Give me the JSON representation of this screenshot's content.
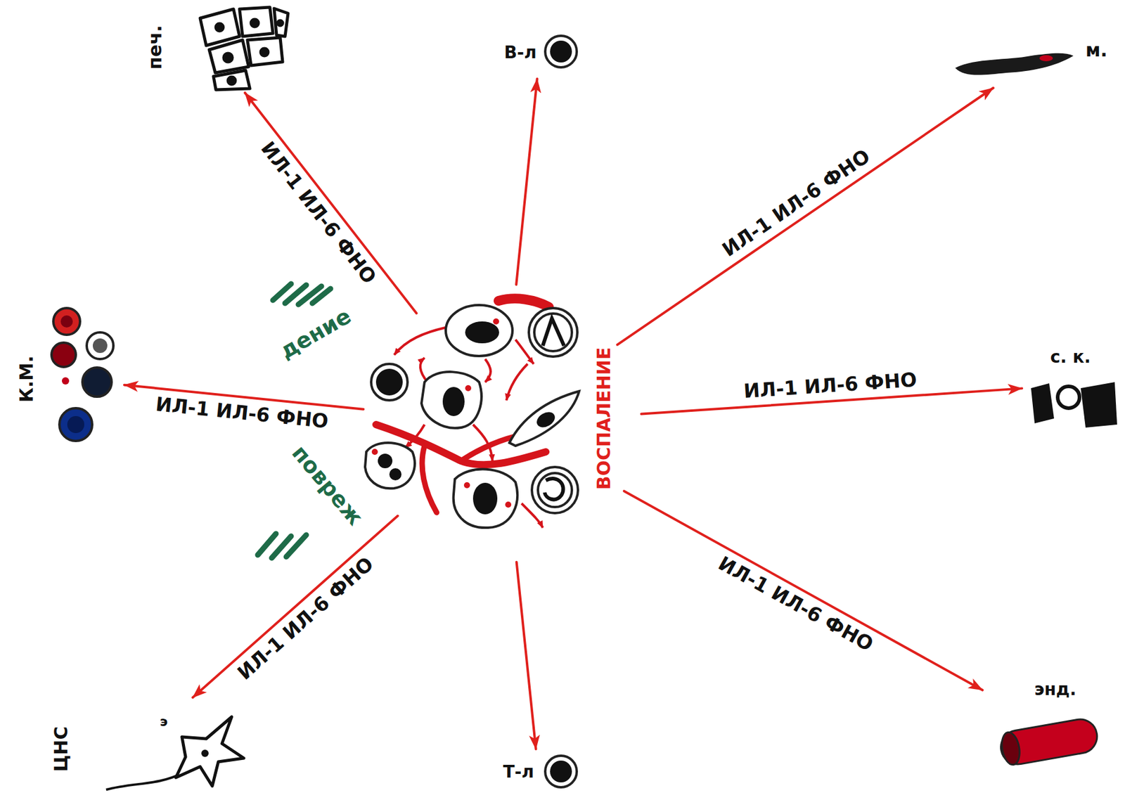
{
  "diagram": {
    "nodes": [
      {
        "text": [
          "печ."
        ]
      },
      {
        "text": [
          "В-л"
        ]
      },
      {
        "text": [
          "м."
        ]
      },
      {
        "text": [
          "К.М."
        ]
      },
      {
        "text": [
          "повреж",
          "дение",
          "ВОСПАЛЕНИЕ"
        ]
      },
      {
        "text": [
          "с. к."
        ]
      },
      {
        "text": [
          "ЦНС",
          "э"
        ]
      },
      {
        "text": [
          "Т-л"
        ]
      },
      {
        "text": [
          "энд."
        ]
      }
    ],
    "edges": [
      {
        "from": 4,
        "to": 0,
        "arrow": "to",
        "label": "ИЛ-1 ИЛ-6 ФНО"
      },
      {
        "from": 4,
        "to": 1,
        "arrow": "to"
      },
      {
        "from": 4,
        "to": 2,
        "arrow": "to",
        "label": "ИЛ-1 ИЛ-6 ФНО"
      },
      {
        "from": 4,
        "to": 3,
        "arrow": "to",
        "label": "ИЛ-1 ИЛ-6 ФНО"
      },
      {
        "from": 4,
        "to": 5,
        "arrow": "to",
        "label": "ИЛ-1 ИЛ-6 ФНО"
      },
      {
        "from": 4,
        "to": 6,
        "arrow": "to",
        "label": "ИЛ-1 ИЛ-6 ФНО"
      },
      {
        "from": 4,
        "to": 7,
        "arrow": "to"
      },
      {
        "from": 4,
        "to": 8,
        "arrow": "to",
        "label": "ИЛ-1 ИЛ-6 ФНО"
      }
    ]
  }
}
